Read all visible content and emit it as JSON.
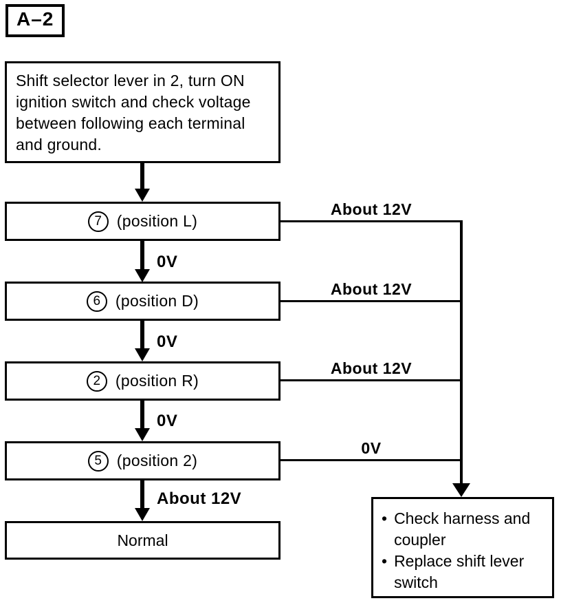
{
  "diagram": {
    "tag": "A–2",
    "start": {
      "text": "Shift selector lever in 2, turn ON ignition switch and check voltage between following each terminal and ground."
    },
    "steps": [
      {
        "terminal": "7",
        "label": "(position L)",
        "branch_label": "About 12V",
        "down_label": "0V"
      },
      {
        "terminal": "6",
        "label": "(position D)",
        "branch_label": "About 12V",
        "down_label": "0V"
      },
      {
        "terminal": "2",
        "label": "(position R)",
        "branch_label": "About 12V",
        "down_label": "0V"
      },
      {
        "terminal": "5",
        "label": "(position 2)",
        "branch_label": "0V",
        "down_label": "About 12V"
      }
    ],
    "result": {
      "text": "Normal"
    },
    "action": {
      "bullet_glyph": "•",
      "items": [
        "Check harness and coupler",
        "Replace shift lever switch"
      ]
    },
    "colors": {
      "line": "#000000",
      "background": "#ffffff"
    }
  }
}
